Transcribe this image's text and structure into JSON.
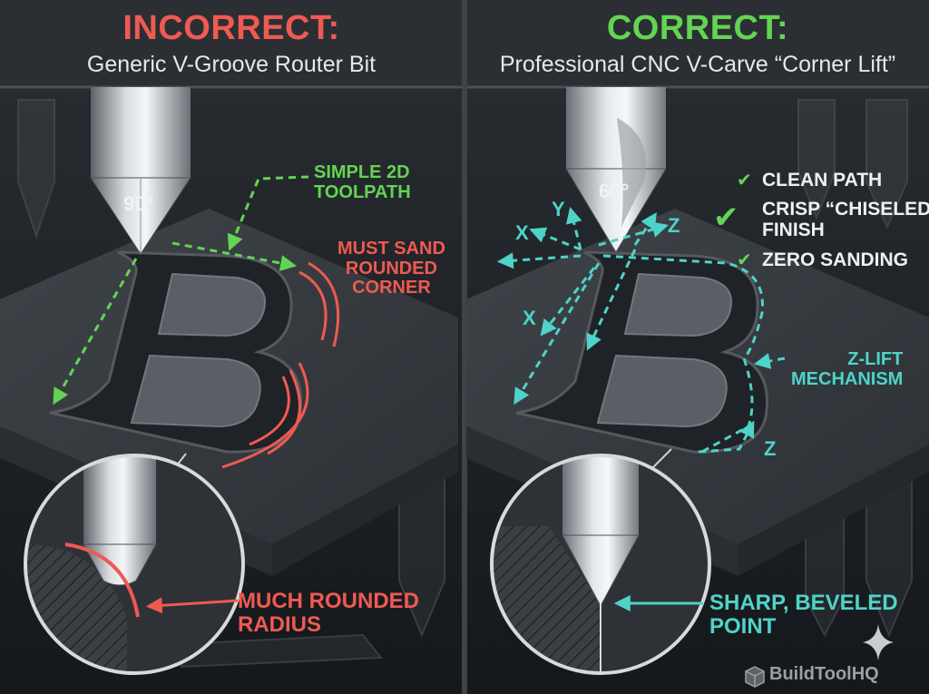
{
  "left_panel": {
    "heading": "INCORRECT:",
    "subheading": "Generic V-Groove Router Bit",
    "bit_angle": "90°",
    "toolpath_label": "SIMPLE 2D\nTOOLPATH",
    "sand_label": "MUST SAND\nROUNDED\nCORNER",
    "radius_label": "MUCH ROUNDED\nRADIUS",
    "letter": "B"
  },
  "right_panel": {
    "heading": "CORRECT:",
    "subheading": "Professional CNC V-Carve “Corner Lift”",
    "bit_angle": "60°",
    "benefits": [
      "CLEAN PATH",
      "CRISP “CHISELED”\nFINISH",
      "ZERO SANDING"
    ],
    "axis_labels": {
      "x_top": "X",
      "y": "Y",
      "z_top": "Z",
      "x_bottom": "X",
      "z_bottom": "Z"
    },
    "zlift_label": "Z-LIFT\nMECHANISM",
    "point_label": "SHARP, BEVELED\nPOINT",
    "letter": "B"
  },
  "brand": "BuildToolHQ",
  "colors": {
    "incorrect": "#ef5a52",
    "correct": "#63d453",
    "toolpath": "#63d453",
    "axes": "#4fd3c8",
    "background": "#1b1e22",
    "board": "#3a3e43"
  },
  "icons": [
    "check-icon",
    "sparkle-icon",
    "cube-logo-icon",
    "router-bit-icon"
  ]
}
